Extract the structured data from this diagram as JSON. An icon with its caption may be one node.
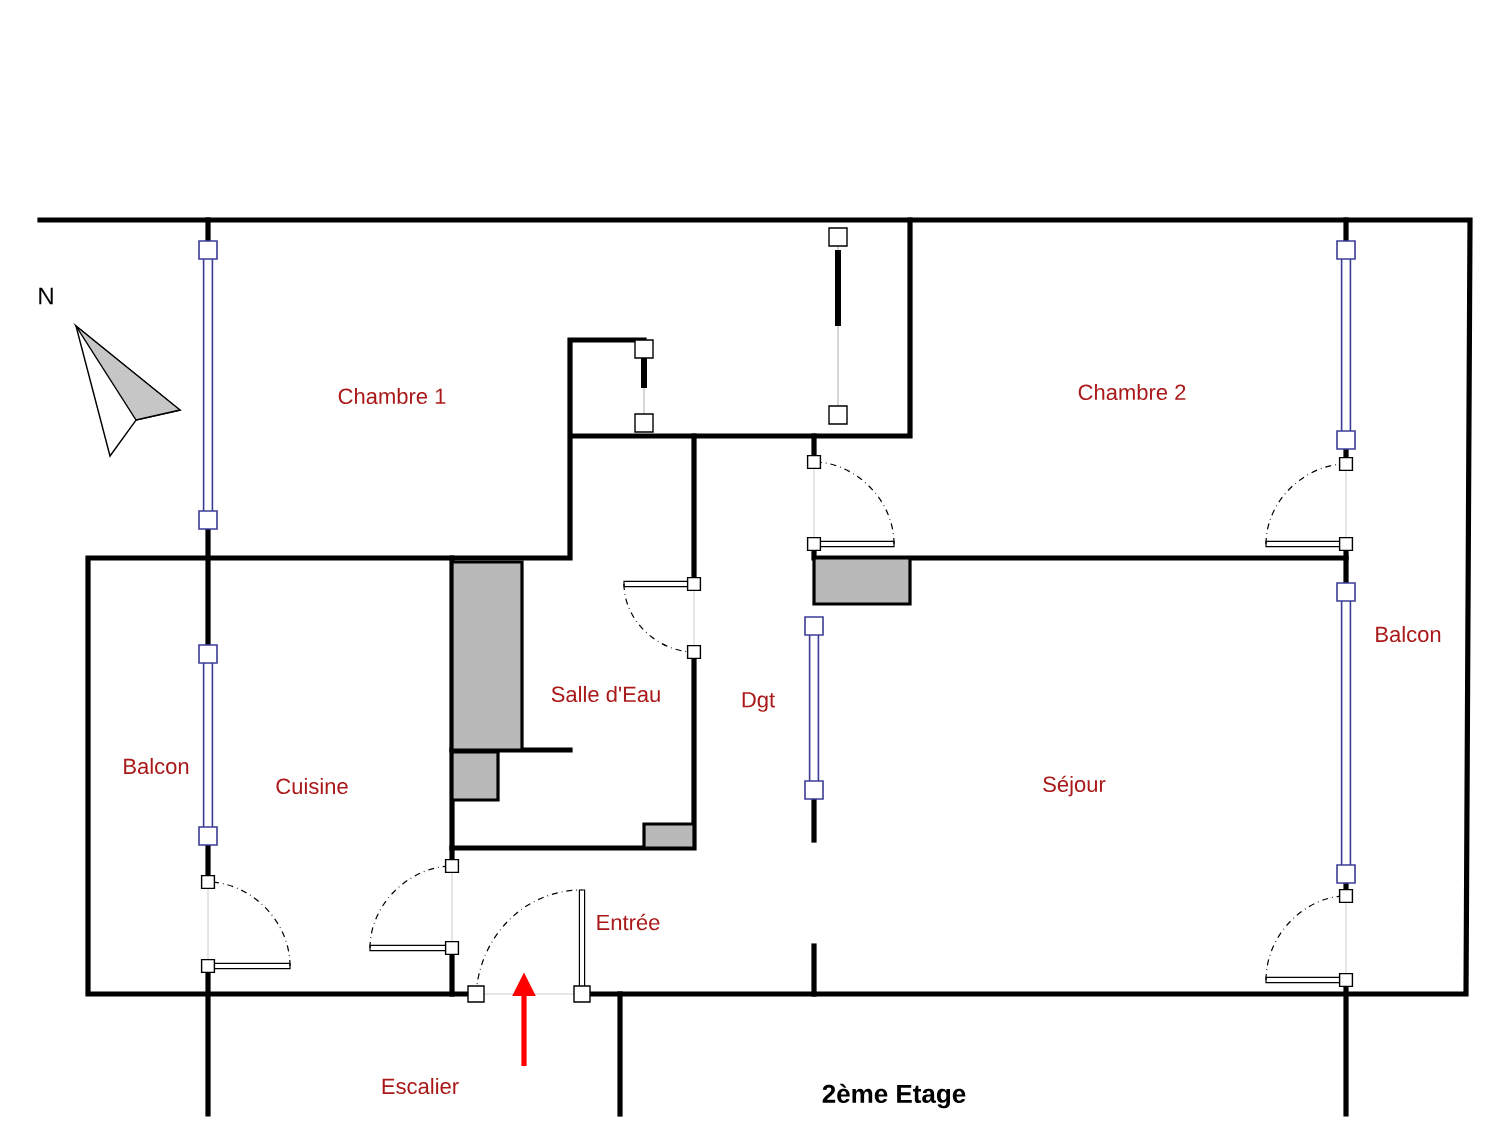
{
  "diagram": {
    "caption": "2ème Etage",
    "labels": [
      "N",
      "Chambre 1",
      "Chambre 2",
      "Salle d'Eau",
      "Balcon",
      "Dgt",
      "Balcon",
      "Cuisine",
      "Séjour",
      "Entrée",
      "Escalier"
    ]
  }
}
